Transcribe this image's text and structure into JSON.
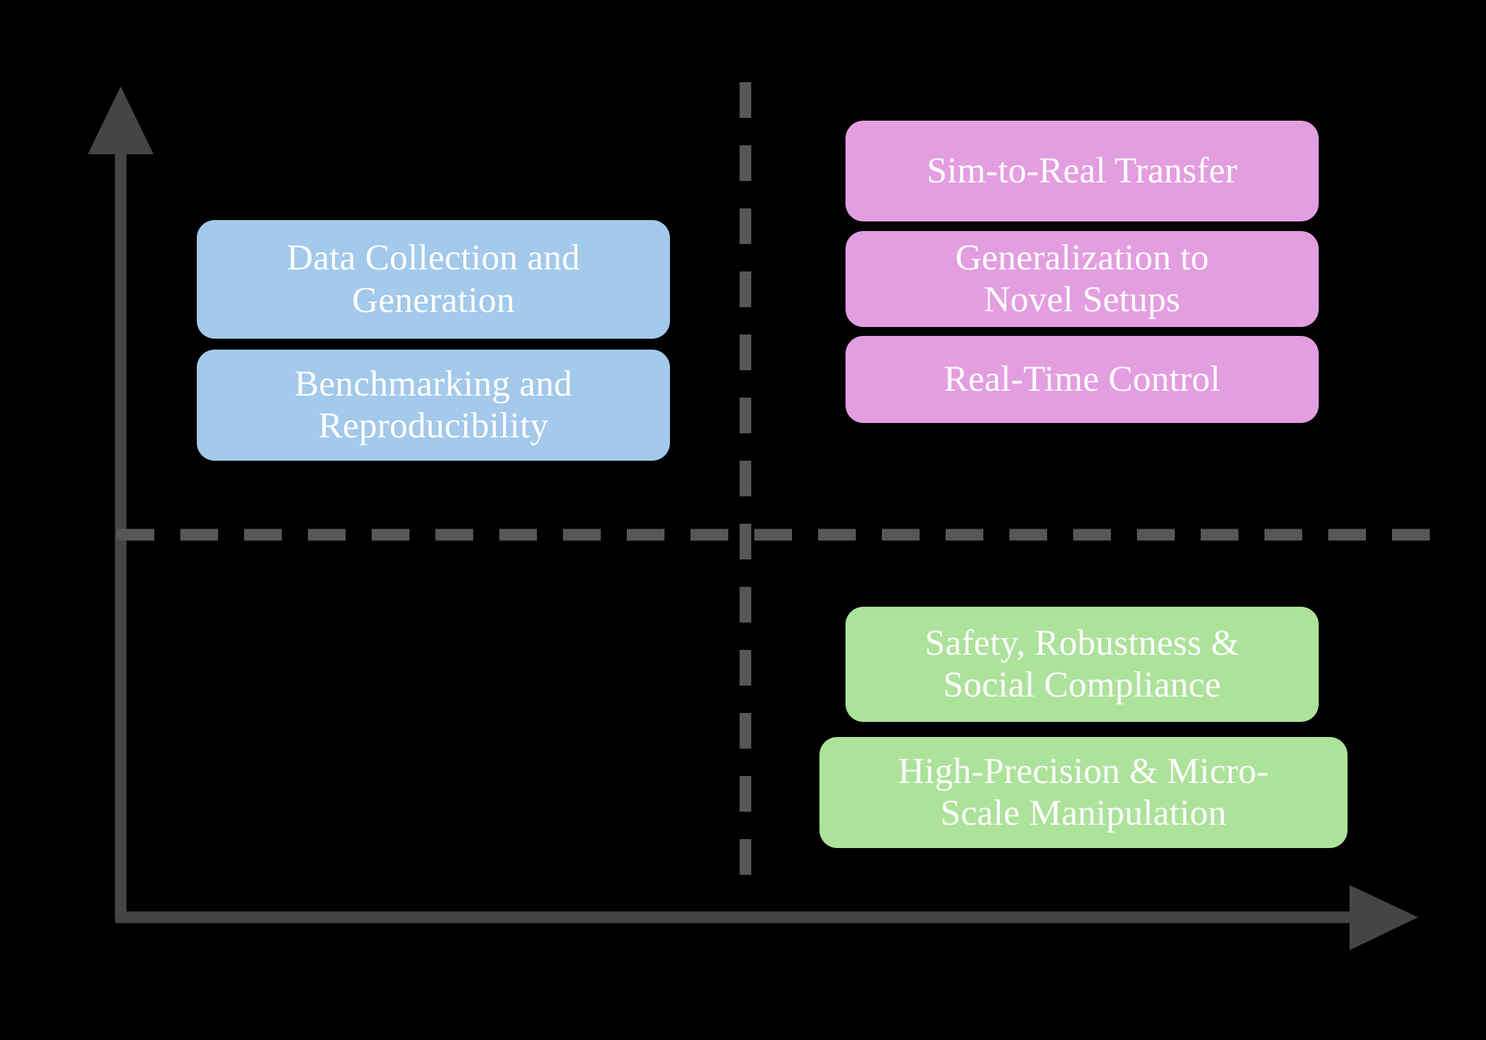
{
  "figure": {
    "type": "quadrant-matrix",
    "background_color": "#000000",
    "axis_color": "#454545",
    "divider_color": "#575757",
    "text_color": "#ffffff",
    "axes": {
      "vertical_axis": {
        "name": "y-axis-arrow",
        "direction": "up"
      },
      "horizontal_axis": {
        "name": "x-axis-arrow",
        "direction": "right"
      },
      "vertical_divider": {
        "name": "vertical-dashed-divider",
        "style": "dashed"
      },
      "horizontal_divider": {
        "name": "horizontal-dashed-divider",
        "style": "dashed"
      }
    }
  },
  "groups": [
    {
      "id": "blue-group",
      "quadrant": "top-left",
      "color": "#a3c9eb",
      "items": [
        {
          "id": "data-collection-and-generation",
          "label": "Data Collection and\nGeneration"
        },
        {
          "id": "benchmarking-and-reproducibility",
          "label": "Benchmarking and\nReproducibility"
        }
      ]
    },
    {
      "id": "pink-group",
      "quadrant": "top-right",
      "color": "#e39ee0",
      "items": [
        {
          "id": "sim-to-real-transfer",
          "label": "Sim-to-Real Transfer"
        },
        {
          "id": "generalization-to-novel-setups",
          "label": "Generalization to\nNovel Setups"
        },
        {
          "id": "real-time-control",
          "label": "Real-Time Control"
        }
      ]
    },
    {
      "id": "green-group",
      "quadrant": "bottom-right",
      "color": "#ade29b",
      "items": [
        {
          "id": "safety-robustness-social-compliance",
          "label": "Safety, Robustness &\nSocial Compliance"
        },
        {
          "id": "high-precision-micro-scale-manipulation",
          "label": "High-Precision & Micro-\nScale Manipulation"
        }
      ]
    }
  ]
}
